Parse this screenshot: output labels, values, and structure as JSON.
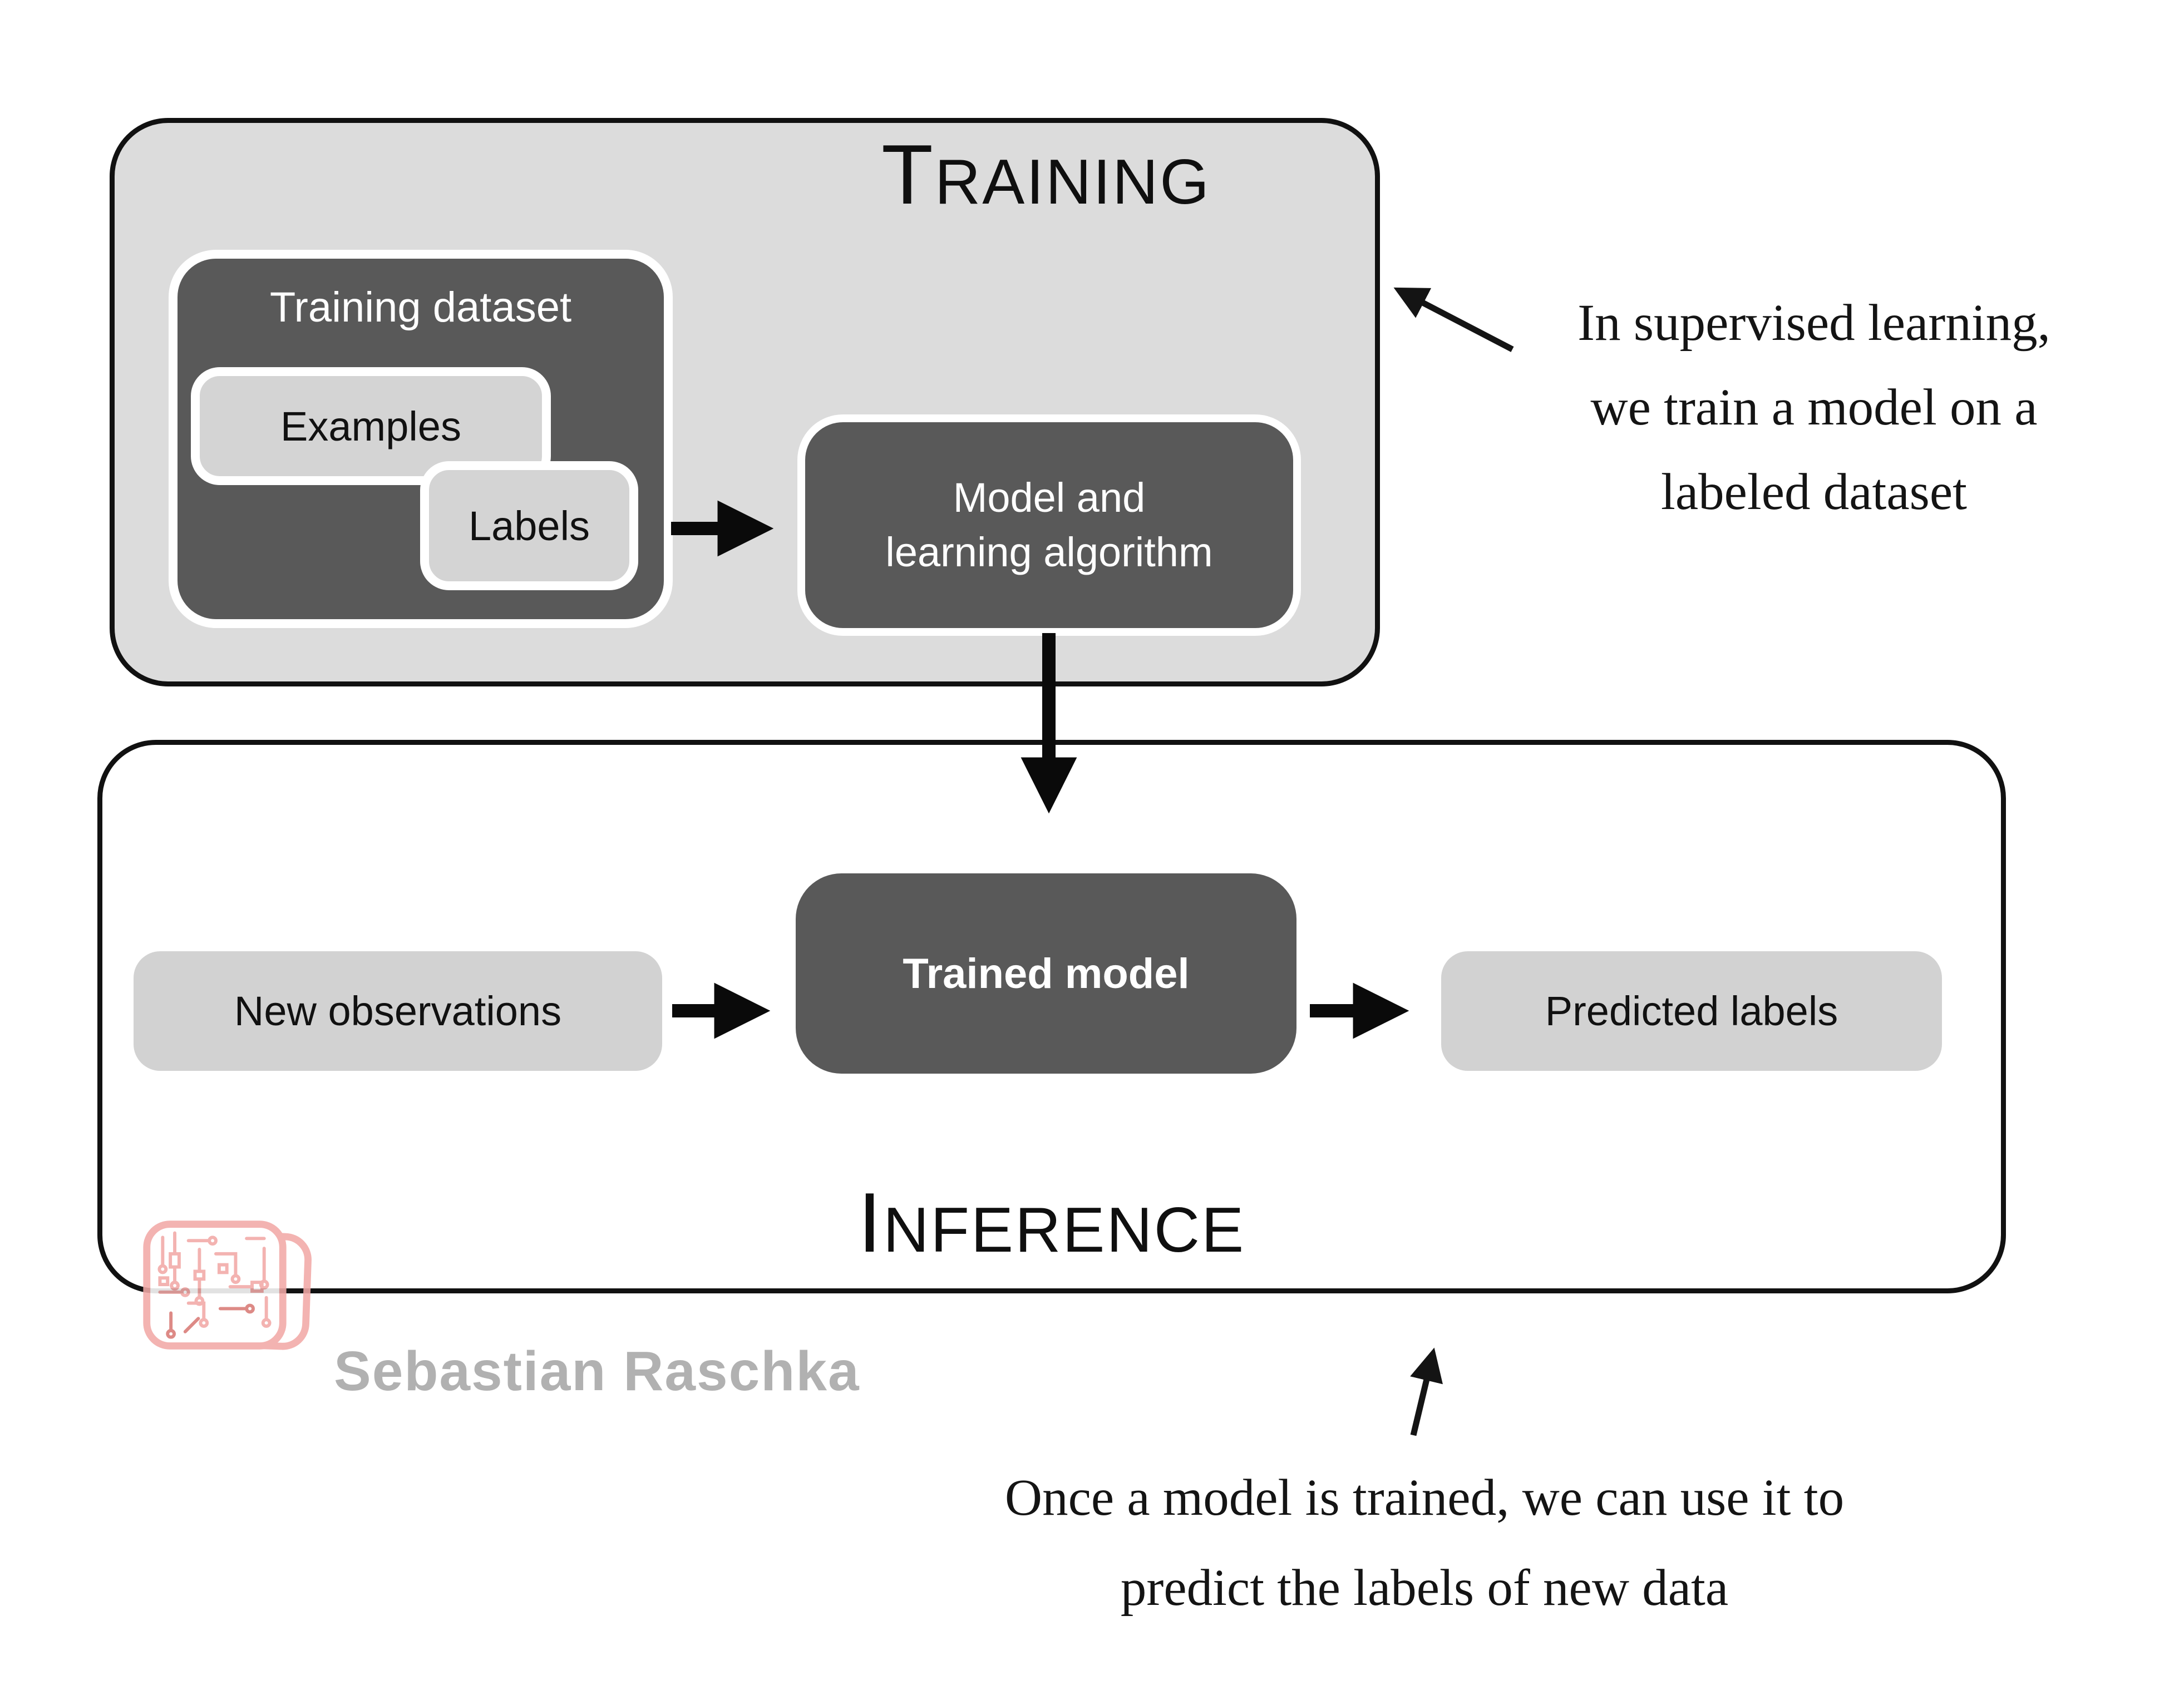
{
  "colors": {
    "training_background": "#dcdcdc",
    "dark_box": "#595959",
    "light_box": "#d4d4d4",
    "outline_black": "#111111",
    "logo_pink": "#f2a9a7",
    "watermark_gray": "#b1b1b1"
  },
  "training": {
    "title_first": "T",
    "title_rest": "RAINING",
    "dataset_label": "Training dataset",
    "examples_label": "Examples",
    "labels_label": "Labels",
    "model_line1": "Model and",
    "model_line2": "learning algorithm"
  },
  "inference": {
    "title_first": "I",
    "title_rest": "NFERENCE",
    "new_observations_label": "New observations",
    "trained_model_label": "Trained model",
    "predicted_labels_label": "Predicted labels"
  },
  "annotations": {
    "training_note": [
      "In supervised learning,",
      "we train a model on a",
      "labeled dataset"
    ],
    "inference_note": [
      "Once a model is trained, we can use it to",
      "predict the labels of new data"
    ]
  },
  "watermark": "Sebastian Raschka"
}
